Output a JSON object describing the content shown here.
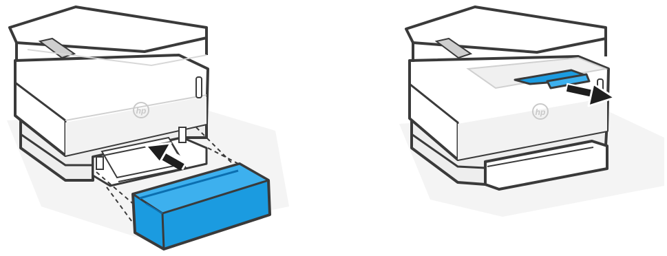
{
  "illustration": {
    "left_printer": {
      "logo": "hp",
      "step": "insert-tray-cover"
    },
    "right_printer": {
      "logo": "hp",
      "step": "pull-out-output-extender"
    }
  },
  "colors": {
    "outline": "#3a3a3a",
    "body": "#ffffff",
    "shade": "#e8e8e8",
    "shade_dark": "#cfcfcf",
    "floor_shadow": "#f3f3f3",
    "accent_blue": "#1b9be0",
    "accent_blue_dark": "#0b6fb0",
    "arrow": "#1e1e1e"
  }
}
